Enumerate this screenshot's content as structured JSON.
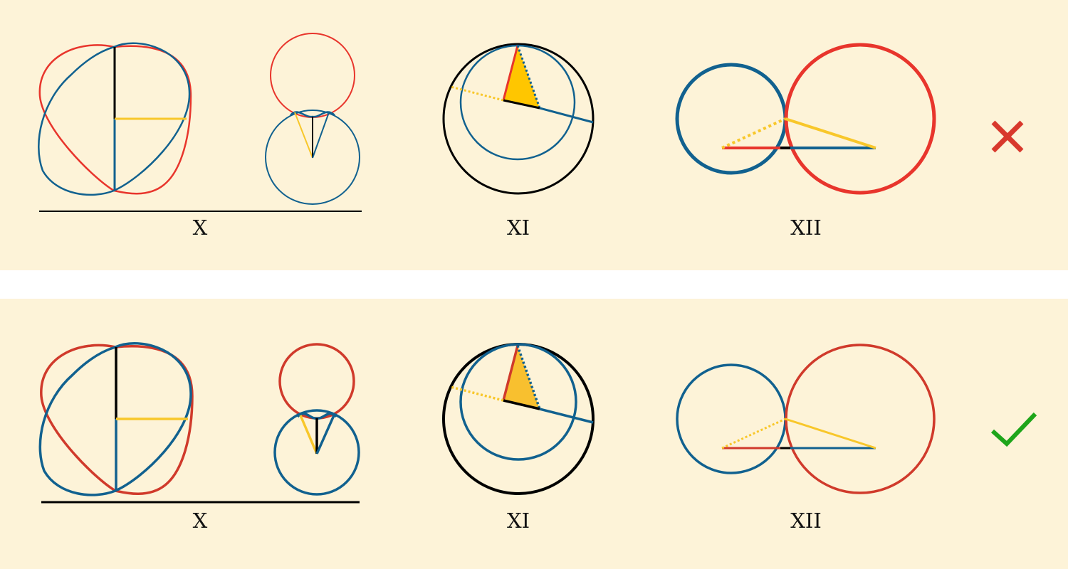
{
  "colors": {
    "background": "#fdf3d8",
    "separator": "#ffffff",
    "red": "#e8352c",
    "red_alt": "#d03a2b",
    "blue": "#11618f",
    "yellow": "#f8c72a",
    "black": "#000000",
    "cross": "#d8382c",
    "check": "#1ea51a"
  },
  "panels": [
    {
      "id": "top",
      "labels": [
        "X",
        "XI",
        "XII"
      ],
      "verdict_icon": "cross-icon"
    },
    {
      "id": "bottom",
      "labels": [
        "X",
        "XI",
        "XII"
      ],
      "verdict_icon": "check-icon"
    }
  ]
}
